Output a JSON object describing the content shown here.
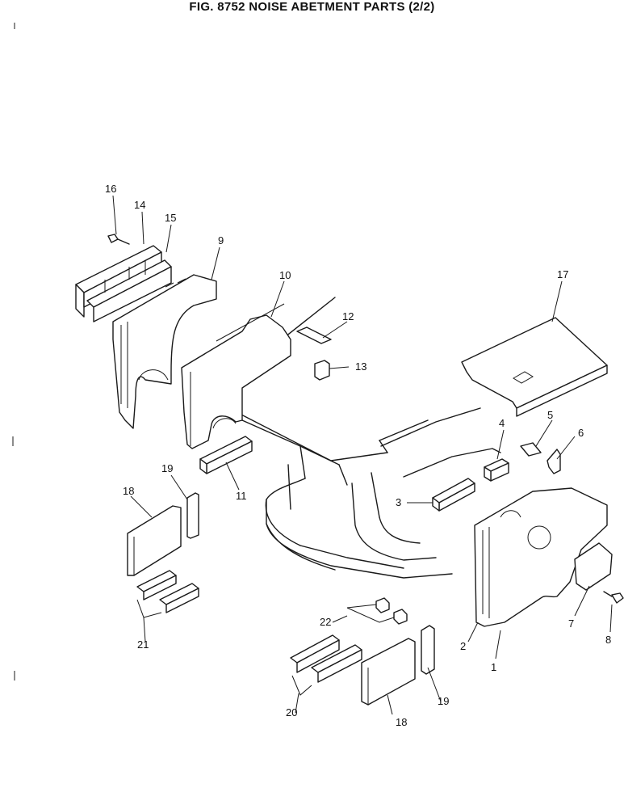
{
  "figure": {
    "title": "FIG. 8752  NOISE ABETMENT PARTS (2/2)"
  },
  "callouts": [
    {
      "id": "c1",
      "label": "1"
    },
    {
      "id": "c2",
      "label": "2"
    },
    {
      "id": "c3",
      "label": "3"
    },
    {
      "id": "c4",
      "label": "4"
    },
    {
      "id": "c5",
      "label": "5"
    },
    {
      "id": "c6",
      "label": "6"
    },
    {
      "id": "c7",
      "label": "7"
    },
    {
      "id": "c8",
      "label": "8"
    },
    {
      "id": "c9",
      "label": "9"
    },
    {
      "id": "c10",
      "label": "10"
    },
    {
      "id": "c11",
      "label": "11"
    },
    {
      "id": "c12",
      "label": "12"
    },
    {
      "id": "c13",
      "label": "13"
    },
    {
      "id": "c14",
      "label": "14"
    },
    {
      "id": "c15",
      "label": "15"
    },
    {
      "id": "c16",
      "label": "16"
    },
    {
      "id": "c17",
      "label": "17"
    },
    {
      "id": "c18a",
      "label": "18"
    },
    {
      "id": "c18b",
      "label": "18"
    },
    {
      "id": "c19a",
      "label": "19"
    },
    {
      "id": "c19b",
      "label": "19"
    },
    {
      "id": "c20",
      "label": "20"
    },
    {
      "id": "c21",
      "label": "21"
    },
    {
      "id": "c22",
      "label": "22"
    }
  ]
}
